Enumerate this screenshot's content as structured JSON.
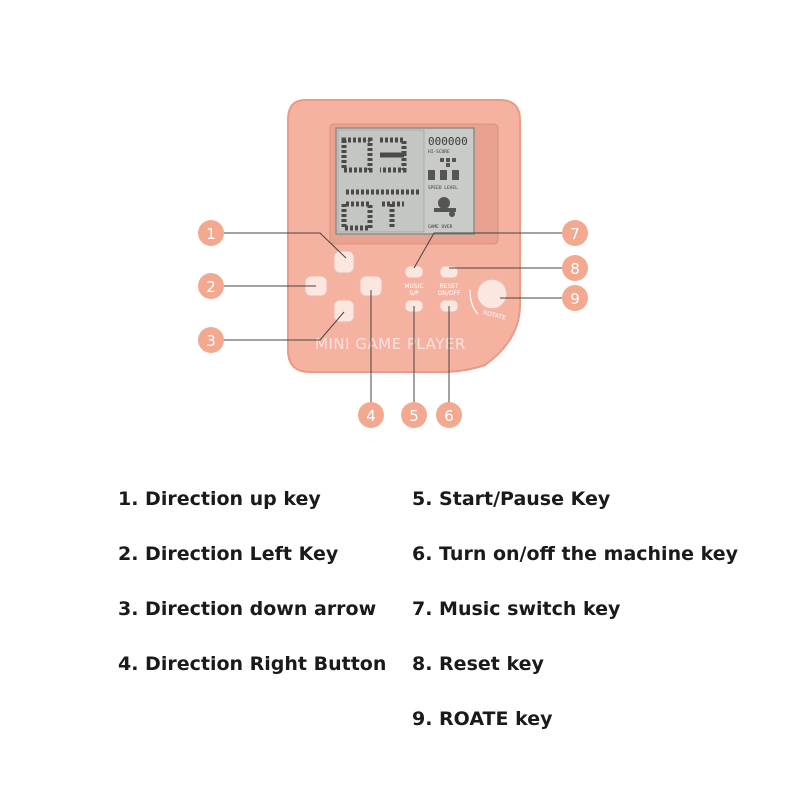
{
  "device": {
    "brand_text": "MINI GAME PLAYER",
    "button_labels": {
      "music": "MUSIC",
      "sp": "S/P",
      "reset": "RESET",
      "onoff": "ON/OFF",
      "rotate": "ROTATE"
    },
    "screen": {
      "score_digits": "000000",
      "score_label": "HI-SCORE",
      "speed_level_label": "SPEED LEVEL",
      "game_over_label": "GAME OVER"
    },
    "colors": {
      "body": "#f6b2a0",
      "body_shadow": "#e99b87",
      "button": "#fbe6e0",
      "callout": "#f3a890",
      "lcd": "#c9cbc6"
    }
  },
  "callouts": [
    "1",
    "2",
    "3",
    "4",
    "5",
    "6",
    "7",
    "8",
    "9"
  ],
  "legend": {
    "left": [
      "1. Direction up key",
      "2. Direction Left Key",
      "3. Direction down arrow",
      "4. Direction Right Button"
    ],
    "right": [
      "5. Start/Pause Key",
      "6. Turn on/off the machine key",
      "7. Music switch key",
      "8. Reset key",
      "9. ROATE key"
    ]
  }
}
